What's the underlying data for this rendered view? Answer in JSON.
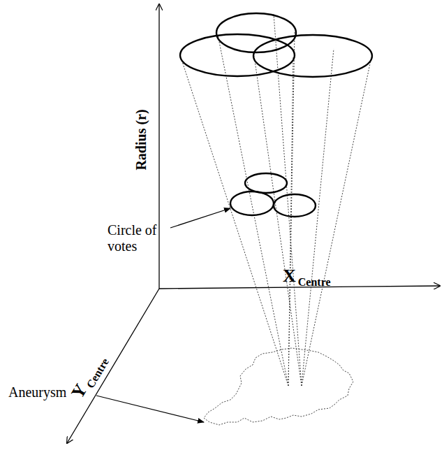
{
  "diagram": {
    "labels": [
      "Radius (r)",
      "Circle of votes",
      "X",
      "Centre",
      "Y",
      "Centre",
      "Aneurysm"
    ]
  }
}
